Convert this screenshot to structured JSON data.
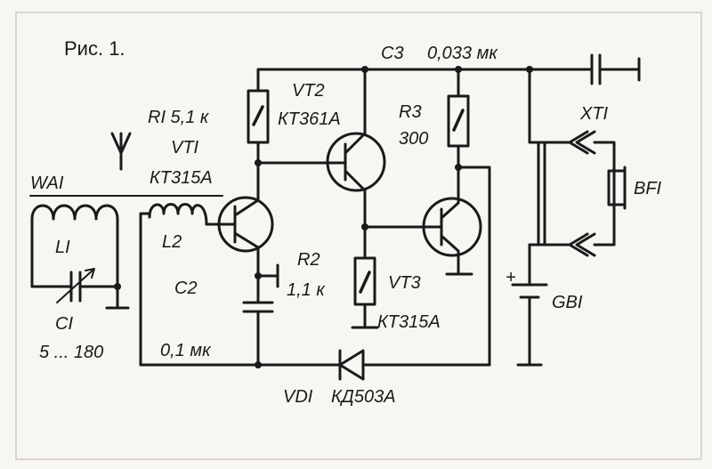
{
  "figure": {
    "caption": "Рис. 1."
  },
  "labels": {
    "c3": "C3",
    "c3_value": "0,033 мк",
    "vt2": "VT2",
    "vt2_type": "КТ361А",
    "r1": "RI 5,1 к",
    "vt1": "VTI",
    "vt1_type": "КТ315А",
    "r3": "R3",
    "r3_value": "300",
    "xt1": "XTI",
    "bf1": "BFI",
    "wa1": "WAI",
    "l1": "LI",
    "l2": "L2",
    "c2": "C2",
    "r2": "R2",
    "r2_value": "1,1 к",
    "vt3": "VT3",
    "vt3_type": "КТ315А",
    "gb1_plus": "+",
    "gb1": "GBI",
    "c1": "CI",
    "c1_value": "5 ... 180",
    "c2_value": "0,1 мк",
    "vd1": "VDI",
    "vd1_type": "КД503А"
  }
}
